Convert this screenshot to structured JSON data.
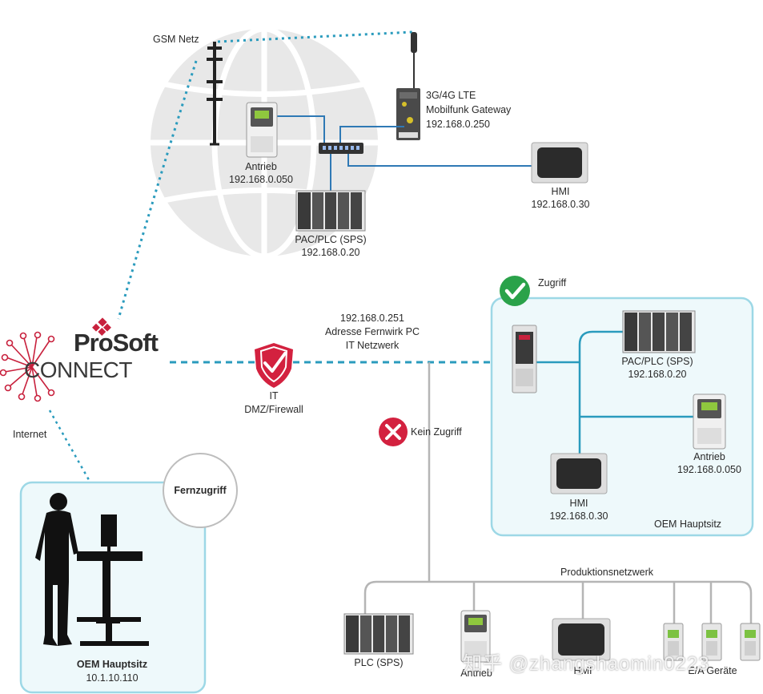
{
  "gsm": {
    "label": "GSM Netz"
  },
  "gateway": {
    "lines": [
      "3G/4G LTE",
      "Mobilfunk Gateway",
      "192.168.0.250"
    ]
  },
  "remote_site": {
    "drive": {
      "name": "Antrieb",
      "ip": "192.168.0.050"
    },
    "plc": {
      "name": "PAC/PLC (SPS)",
      "ip": "192.168.0.20"
    },
    "hmi": {
      "name": "HMI",
      "ip": "192.168.0.30"
    }
  },
  "logo": {
    "brand": "ProSoft",
    "product": "CONNECT"
  },
  "internet": {
    "label": "Internet"
  },
  "it_address": {
    "lines": [
      "192.168.0.251",
      "Adresse Fernwirk PC",
      "IT Netzwerk"
    ]
  },
  "firewall": {
    "lines": [
      "IT",
      "DMZ/Firewall"
    ]
  },
  "access": {
    "granted": "Zugriff",
    "denied": "Kein Zugriff"
  },
  "oem_hq": {
    "plc": {
      "name": "PAC/PLC (SPS)",
      "ip": "192.168.0.20"
    },
    "drive": {
      "name": "Antrieb",
      "ip": "192.168.0.050"
    },
    "hmi": {
      "name": "HMI",
      "ip": "192.168.0.30"
    },
    "title": "OEM Hauptsitz"
  },
  "remote_user": {
    "badge": "Fernzugriff",
    "site": "OEM Hauptsitz",
    "ip": "10.1.10.110"
  },
  "production": {
    "title": "Produktionsnetzwerk",
    "plc": "PLC (SPS)",
    "drive": "Antrieb",
    "hmi": "HMI",
    "io": "E/A Geräte"
  },
  "watermark": "知乎 @zhangshaomin0223",
  "colors": {
    "teal": "#2a9bbd",
    "red": "#d3213f",
    "green": "#2aa24a",
    "box_fill": "#eef9fb",
    "box_border": "#9dd8e6",
    "line_grey": "#b5b5b5",
    "globe": "#e6e6e6"
  }
}
